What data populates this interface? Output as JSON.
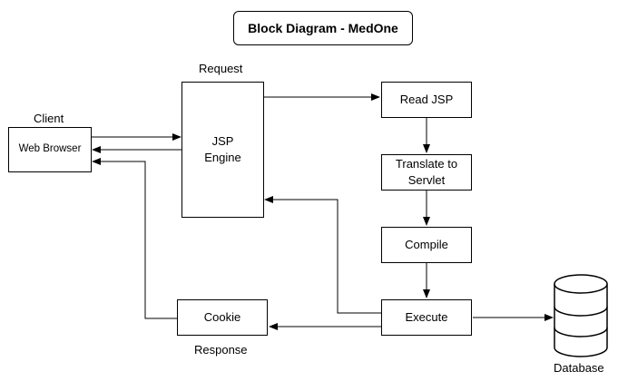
{
  "title": "Block Diagram - MedOne",
  "labels": {
    "request": "Request",
    "client": "Client",
    "response": "Response",
    "database": "Database"
  },
  "nodes": {
    "web_browser": "Web Browser",
    "jsp_engine": {
      "line1": "JSP",
      "line2": "Engine"
    },
    "read_jsp": "Read JSP",
    "translate": {
      "line1": "Translate to",
      "line2": "Servlet"
    },
    "compile": "Compile",
    "execute": "Execute",
    "cookie": "Cookie"
  }
}
